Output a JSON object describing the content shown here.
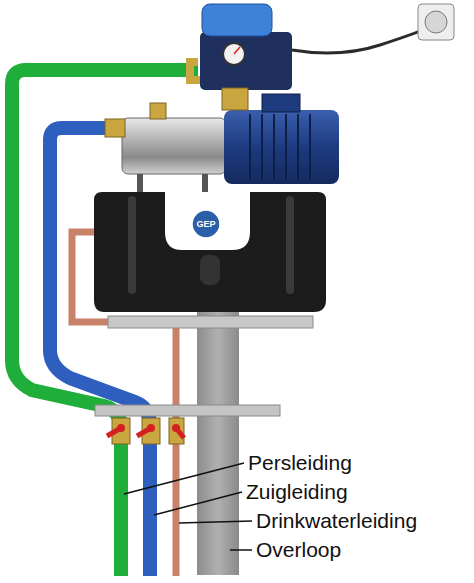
{
  "diagram": {
    "labels": [
      "GEP",
      "Persleiding",
      "Zuigleiding",
      "Drinkwaterleiding",
      "Overloop"
    ]
  }
}
